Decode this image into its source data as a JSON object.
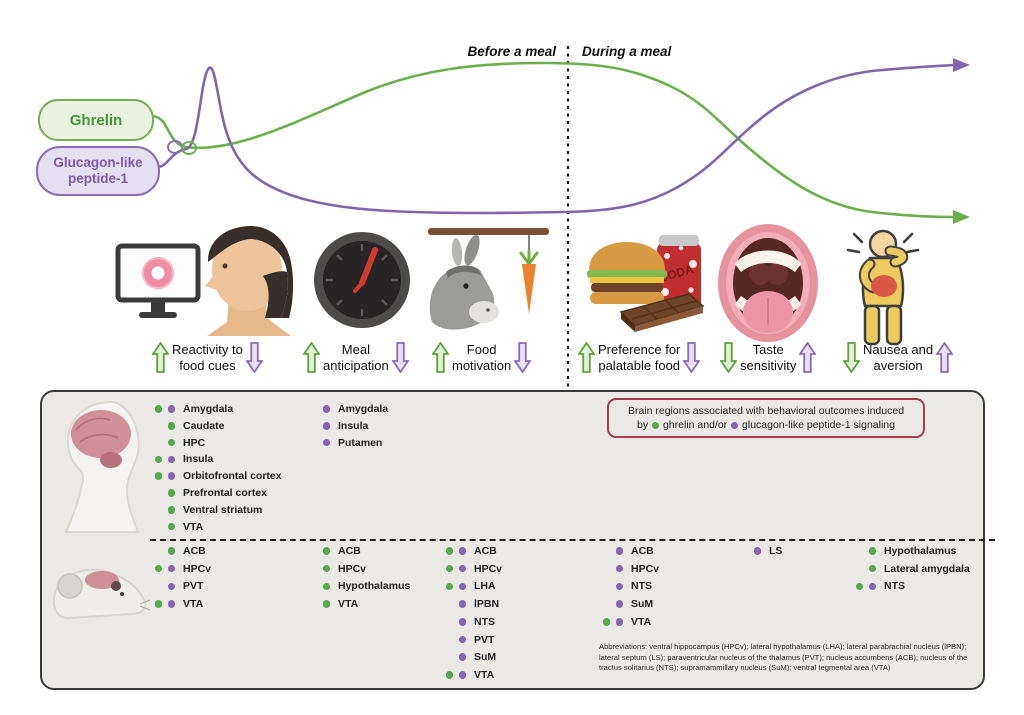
{
  "colors": {
    "ghrelin_green": "#53a94a",
    "glp1_purple": "#8763b7",
    "green_box_fill": "#e9f2df",
    "purple_box_fill": "#e5dff2",
    "legend_border_red": "#a63a50",
    "panel_background": "#eae9e6",
    "panel_border": "#3c3c3c"
  },
  "hormones": {
    "ghrelin": "Ghrelin",
    "glp1_line1": "Glucagon-like",
    "glp1_line2": "peptide-1"
  },
  "phases": {
    "before": "Before a meal",
    "during": "During a meal"
  },
  "chart_data": {
    "type": "line",
    "x_axis": "time (before a meal → during a meal)",
    "legend_position": "left boxes",
    "series": [
      {
        "name": "Ghrelin",
        "color": "#53a94a",
        "trend": "rises before the meal, peaks at meal onset, falls during the meal"
      },
      {
        "name": "Glucagon-like peptide-1",
        "color": "#8763b7",
        "trend": "brief early spike, stays low before the meal, rises during the meal"
      }
    ]
  },
  "outcomes": [
    {
      "line1": "Reactivity to",
      "line2": "food cues",
      "ghrelin": "up",
      "glp1": "down",
      "icon": "food-cue-screen-and-face"
    },
    {
      "line1": "Meal",
      "line2": "anticipation",
      "ghrelin": "up",
      "glp1": "down",
      "icon": "clock"
    },
    {
      "line1": "Food",
      "line2": "motivation",
      "ghrelin": "up",
      "glp1": "down",
      "icon": "donkey-and-carrot"
    },
    {
      "line1": "Preference for",
      "line2": "palatable food",
      "ghrelin": "up",
      "glp1": "down",
      "icon": "burger-soda-chocolate"
    },
    {
      "line1": "Taste",
      "line2": "sensitivity",
      "ghrelin": "down",
      "glp1": "up",
      "icon": "open-mouth"
    },
    {
      "line1": "Nausea and",
      "line2": "aversion",
      "ghrelin": "down",
      "glp1": "up",
      "icon": "nauseated-person"
    }
  ],
  "panel": {
    "legend": {
      "line1": "Brain regions associated with behavioral outcomes induced",
      "by": "by",
      "ghrelin_segment": "ghrelin and/or",
      "glp1_segment": "glucagon-like peptide-1 signaling"
    },
    "human": {
      "columns": [
        {
          "regions": [
            {
              "name": "Amygdala",
              "ghrelin": true,
              "glp1": true
            },
            {
              "name": "Caudate",
              "ghrelin": true,
              "glp1": false
            },
            {
              "name": "HPC",
              "ghrelin": true,
              "glp1": false
            },
            {
              "name": "Insula",
              "ghrelin": true,
              "glp1": true
            },
            {
              "name": "Orbitofrontal cortex",
              "ghrelin": true,
              "glp1": true
            },
            {
              "name": "Prefrontal cortex",
              "ghrelin": true,
              "glp1": false
            },
            {
              "name": "Ventral striatum",
              "ghrelin": true,
              "glp1": false
            },
            {
              "name": "VTA",
              "ghrelin": true,
              "glp1": false
            }
          ]
        },
        {
          "regions": [
            {
              "name": "Amygdala",
              "ghrelin": false,
              "glp1": true
            },
            {
              "name": "Insula",
              "ghrelin": false,
              "glp1": true
            },
            {
              "name": "Putamen",
              "ghrelin": false,
              "glp1": true
            }
          ]
        }
      ]
    },
    "mouse": {
      "columns": [
        {
          "regions": [
            {
              "name": "ACB",
              "ghrelin": true,
              "glp1": false
            },
            {
              "name": "HPCv",
              "ghrelin": true,
              "glp1": true
            },
            {
              "name": "PVT",
              "ghrelin": false,
              "glp1": true
            },
            {
              "name": "VTA",
              "ghrelin": true,
              "glp1": true
            }
          ]
        },
        {
          "regions": [
            {
              "name": "ACB",
              "ghrelin": true,
              "glp1": false
            },
            {
              "name": "HPCv",
              "ghrelin": true,
              "glp1": false
            },
            {
              "name": "Hypothalamus",
              "ghrelin": true,
              "glp1": false
            },
            {
              "name": "VTA",
              "ghrelin": true,
              "glp1": false
            }
          ]
        },
        {
          "regions": [
            {
              "name": "ACB",
              "ghrelin": true,
              "glp1": true
            },
            {
              "name": "HPCv",
              "ghrelin": true,
              "glp1": true
            },
            {
              "name": "LHA",
              "ghrelin": true,
              "glp1": true
            },
            {
              "name": "lPBN",
              "ghrelin": false,
              "glp1": true
            },
            {
              "name": "NTS",
              "ghrelin": false,
              "glp1": true
            },
            {
              "name": "PVT",
              "ghrelin": false,
              "glp1": true
            },
            {
              "name": "SuM",
              "ghrelin": false,
              "glp1": true
            },
            {
              "name": "VTA",
              "ghrelin": true,
              "glp1": true
            }
          ]
        },
        {
          "regions": [
            {
              "name": "ACB",
              "ghrelin": false,
              "glp1": true
            },
            {
              "name": "HPCv",
              "ghrelin": false,
              "glp1": true
            },
            {
              "name": "NTS",
              "ghrelin": false,
              "glp1": true
            },
            {
              "name": "SuM",
              "ghrelin": false,
              "glp1": true
            },
            {
              "name": "VTA",
              "ghrelin": true,
              "glp1": true
            }
          ]
        },
        {
          "regions": [
            {
              "name": "LS",
              "ghrelin": false,
              "glp1": true
            }
          ]
        },
        {
          "regions": [
            {
              "name": "Hypothalamus",
              "ghrelin": true,
              "glp1": false
            },
            {
              "name": "Lateral amygdala",
              "ghrelin": true,
              "glp1": false
            },
            {
              "name": "NTS",
              "ghrelin": true,
              "glp1": true
            }
          ]
        }
      ]
    },
    "abbreviations": "Abbreviations: ventral hippocampus (HPCv); lateral hypothalamus (LHA); lateral parabrachial nucleus (lPBN); lateral septum (LS); paraventricular nucleus of the thalamus (PVT); nucleus accumbens (ACB); nucleus of the tractus solitarius (NTS); supramammillary nucleus (SuM); ventral tegmental area (VTA)"
  }
}
